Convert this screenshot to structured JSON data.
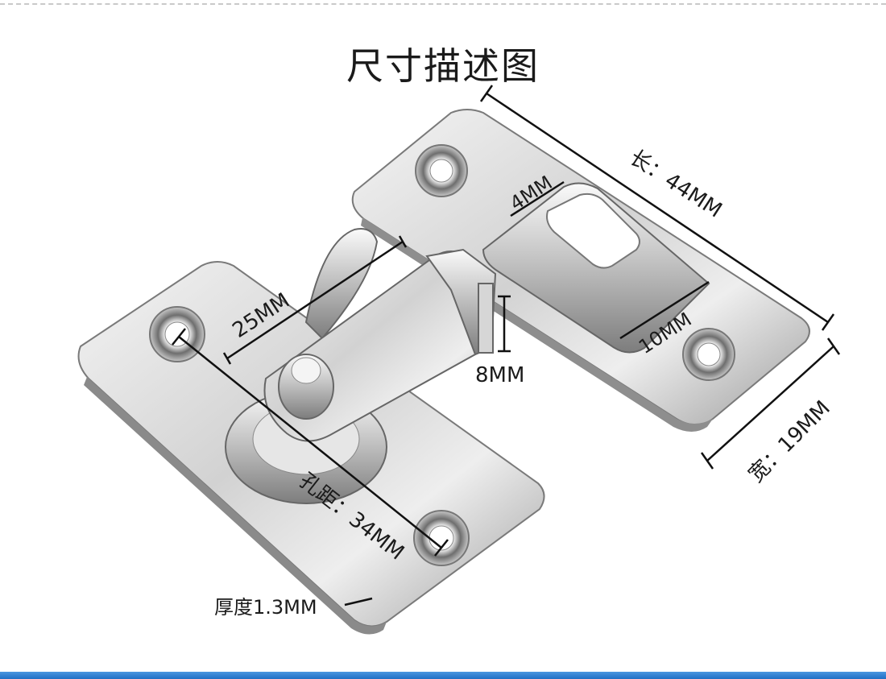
{
  "title": "尺寸描述图",
  "dimensions": {
    "length": "长：44MM",
    "slot": "4MM",
    "bolt_travel": "25MM",
    "bolt_height": "8MM",
    "slot_width": "10MM",
    "width": "宽：19MM",
    "hole_distance": "孔距：34MM",
    "thickness": "厚度1.3MM"
  }
}
